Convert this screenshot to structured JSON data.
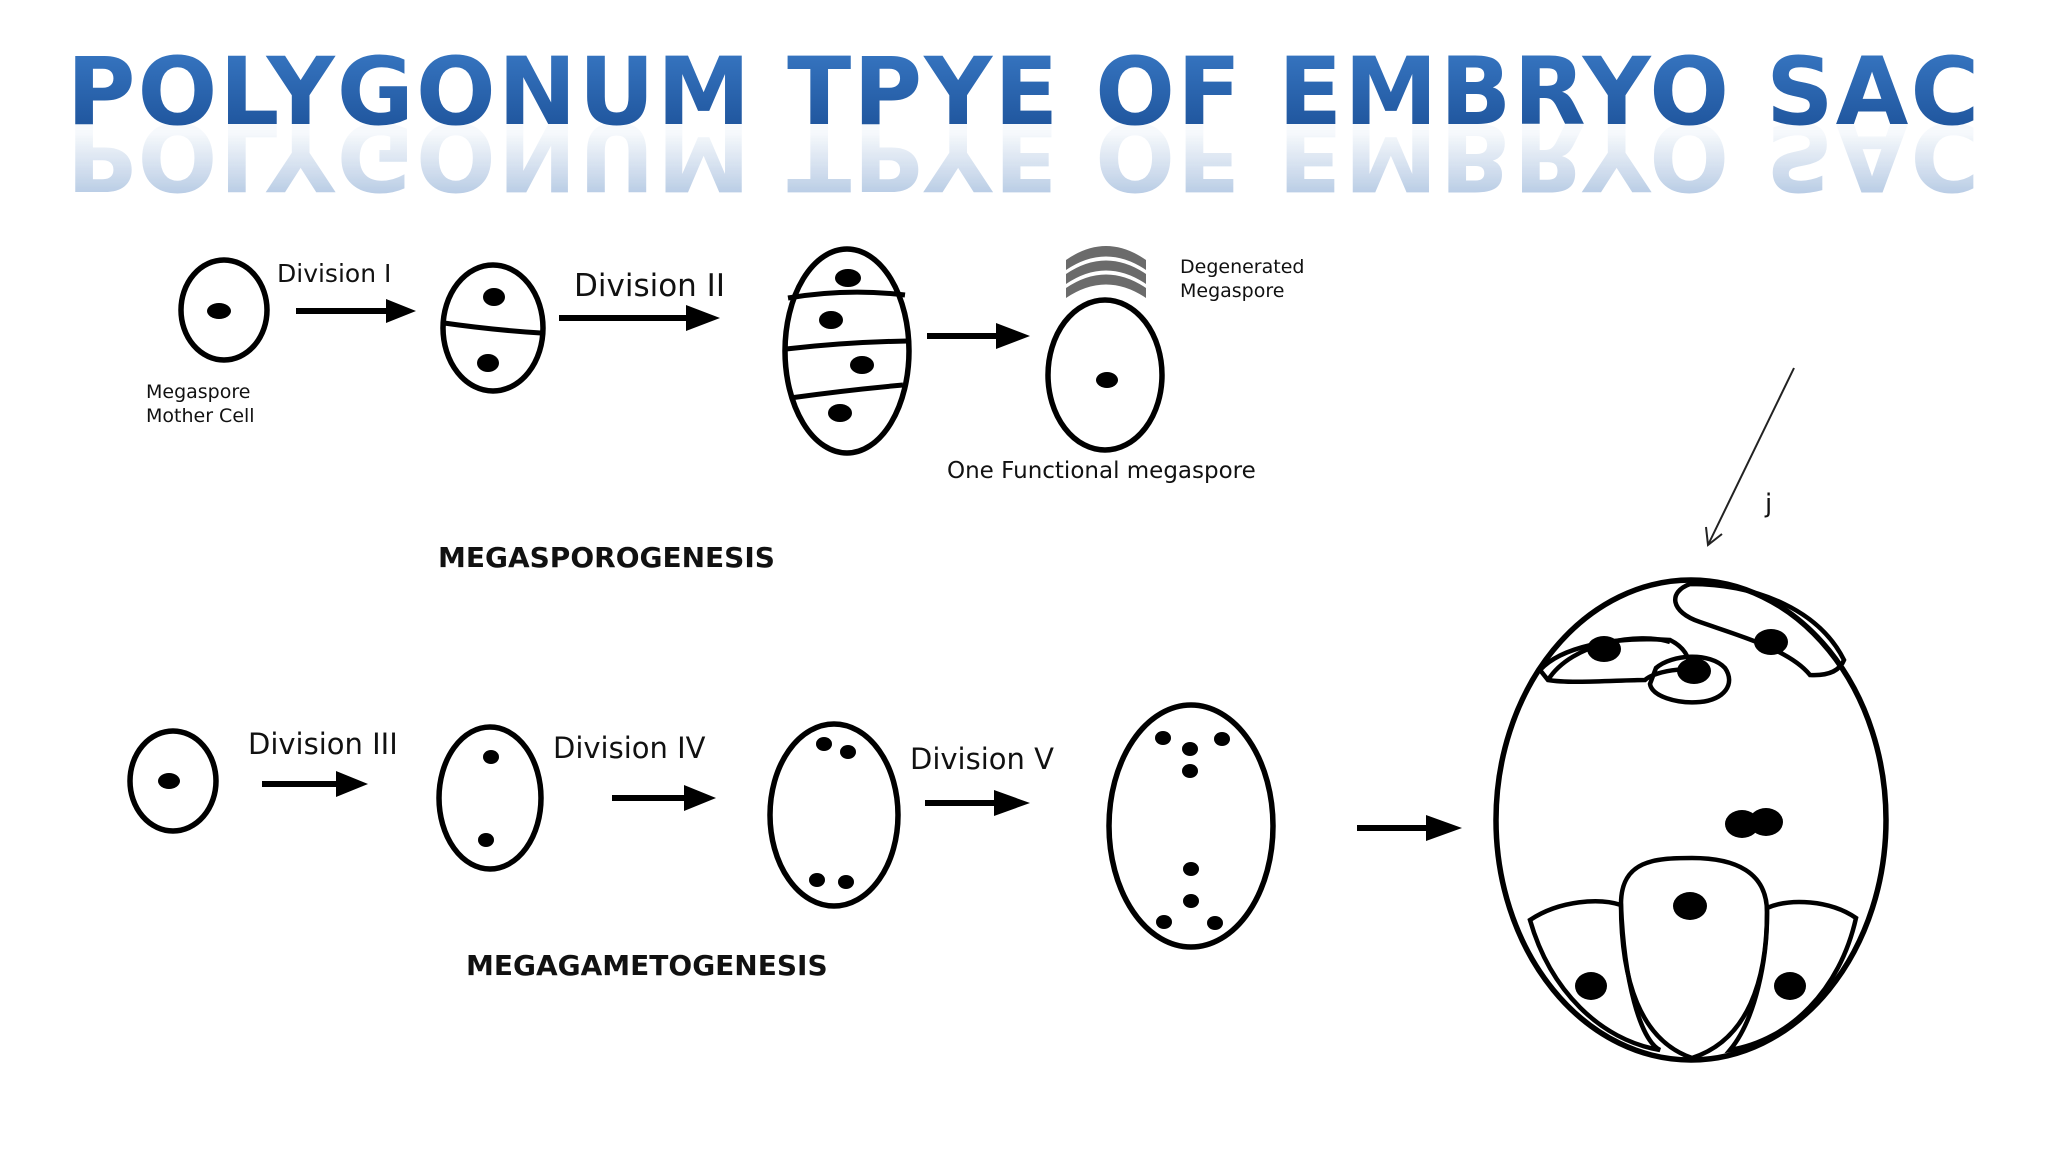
{
  "title": "POLYGONUM TPYE OF EMBRYO SAC",
  "colors": {
    "title_top": "#2b66b0",
    "title_bottom": "#1a4e95",
    "ink": "#000000",
    "degenerated": "#6b6b6b"
  },
  "megasporogenesis": {
    "label": "MEGASPOROGENESIS",
    "mother_cell_label_1": "Megaspore",
    "mother_cell_label_2": "Mother Cell",
    "division_1": "Division I",
    "division_2": "Division II",
    "degenerated_1": "Degenerated",
    "degenerated_2": "Megaspore",
    "functional": "One Functional megaspore"
  },
  "megagametogenesis": {
    "label": "MEGAGAMETOGENESIS",
    "division_3": "Division III",
    "division_4": "Division IV",
    "division_5": "Division V"
  },
  "annotation": {
    "letter": "j"
  }
}
